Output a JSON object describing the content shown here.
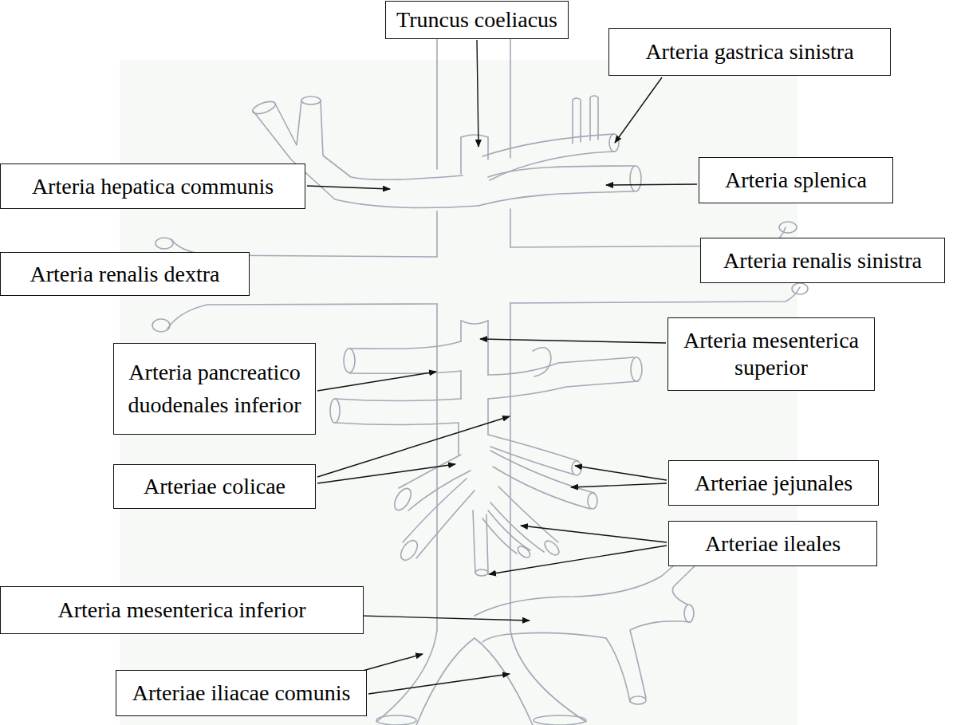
{
  "diagram": {
    "nodes": [
      {
        "text": [
          "Truncus coeliacus"
        ]
      },
      {
        "text": [
          "Arteria gastrica sinistra"
        ]
      },
      {
        "text": [
          "Arteria hepatica communis"
        ]
      },
      {
        "text": [
          "Arteria splenica"
        ]
      },
      {
        "text": [
          "Arteria renalis dextra"
        ]
      },
      {
        "text": [
          "Arteria renalis sinistra"
        ]
      },
      {
        "text": [
          "Arteria mesenterica superior"
        ]
      },
      {
        "text": [
          "Arteria pancreatico duodenales inferior"
        ]
      },
      {
        "text": [
          "Arteriae colicae"
        ]
      },
      {
        "text": [
          "Arteriae jejunales"
        ]
      },
      {
        "text": [
          "Arteriae ileales"
        ]
      },
      {
        "text": [
          "Arteria mesenterica inferior"
        ]
      },
      {
        "text": [
          "Arteriae iliacae comunis"
        ]
      }
    ]
  }
}
